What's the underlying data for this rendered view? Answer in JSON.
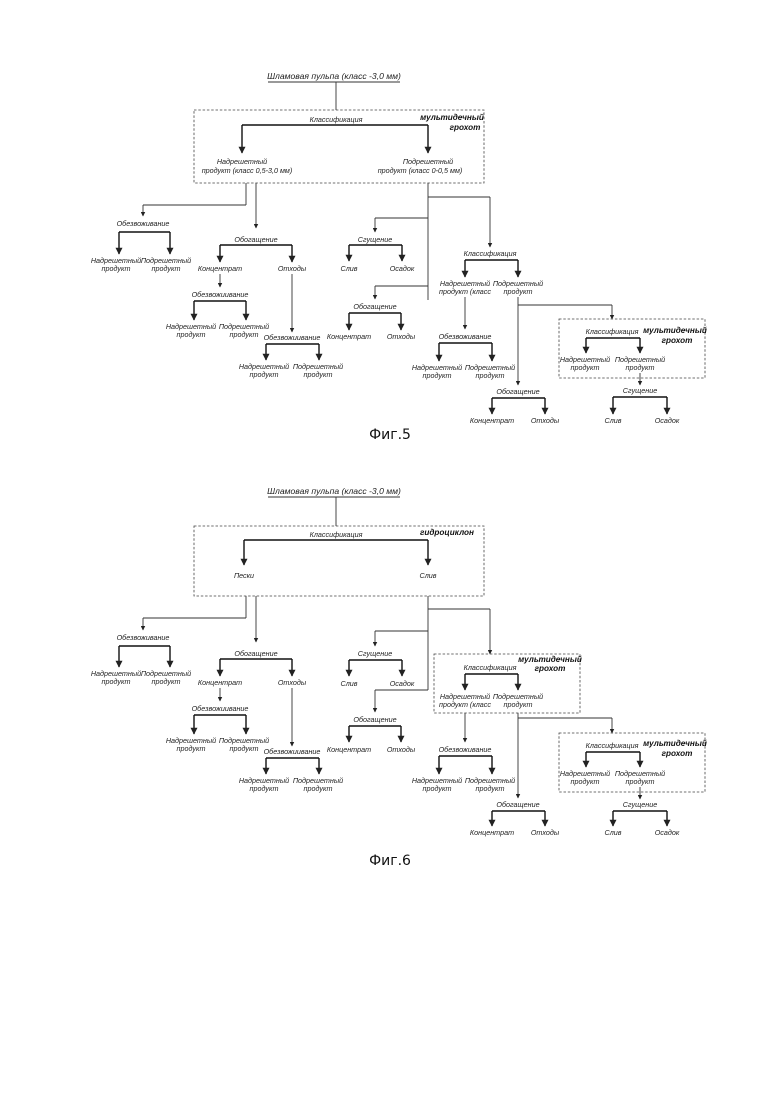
{
  "captions": {
    "fig5": "Фиг.5",
    "fig6": "Фиг.6"
  },
  "labels": {
    "feed": "Шламовая пульпа (класс -3,0 мм)",
    "classification": "Классификация",
    "multi_screen_1": "мультидечный",
    "multi_screen_2": "грохот",
    "hydrocyclone": "гидроциклон",
    "oversize_1": "Надрешетный",
    "oversize_2": "продукт (класс 0,5-3,0 мм)",
    "undersize_1": "Подрешетный",
    "undersize_2": "продукт (класс 0-0,5 мм)",
    "over_short_2": "продукт (класс",
    "product": "продукт",
    "over": "Надрешетный",
    "under": "Подрешетный",
    "dewatering": "Обезвоживание",
    "dewatering_alt": "Обезвожиивание",
    "enrichment": "Обогащение",
    "concentrate": "Концентрат",
    "tailings": "Отходы",
    "thickening": "Сгущение",
    "overflow": "Слив",
    "sediment": "Осадок",
    "sands": "Пески"
  }
}
